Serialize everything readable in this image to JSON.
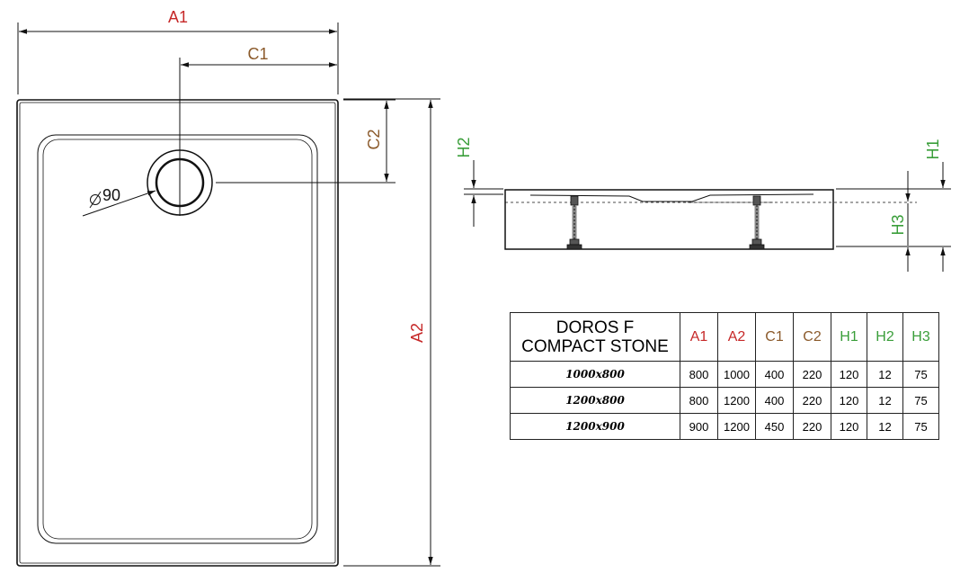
{
  "colors": {
    "a_labels": "#c62828",
    "c_labels": "#8b5a2b",
    "h_labels": "#3a9e3a",
    "lines": "#111111"
  },
  "labels": {
    "a1": "A1",
    "a2": "A2",
    "c1": "C1",
    "c2": "C2",
    "h1": "H1",
    "h2": "H2",
    "h3": "H3",
    "drain_diameter": "90"
  },
  "table": {
    "title_line1": "DOROS F",
    "title_line2": "COMPACT STONE",
    "headers": [
      "A1",
      "A2",
      "C1",
      "C2",
      "H1",
      "H2",
      "H3"
    ],
    "header_colors": [
      "#c62828",
      "#c62828",
      "#8b5a2b",
      "#8b5a2b",
      "#3a9e3a",
      "#3a9e3a",
      "#3a9e3a"
    ],
    "rows": [
      {
        "size": "1000x800",
        "values": [
          "800",
          "1000",
          "400",
          "220",
          "120",
          "12",
          "75"
        ]
      },
      {
        "size": "1200x800",
        "values": [
          "800",
          "1200",
          "400",
          "220",
          "120",
          "12",
          "75"
        ]
      },
      {
        "size": "1200x900",
        "values": [
          "900",
          "1200",
          "450",
          "220",
          "120",
          "12",
          "75"
        ]
      }
    ]
  }
}
